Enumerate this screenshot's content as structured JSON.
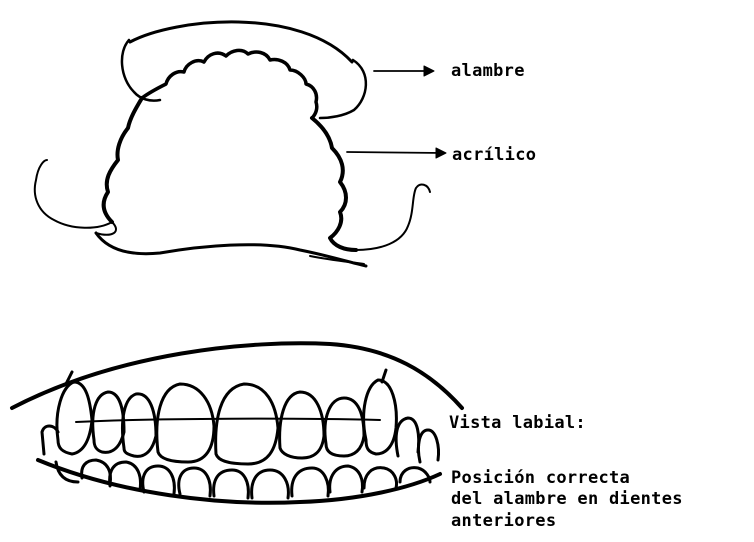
{
  "labels": {
    "alambre": "alambre",
    "acrilico": "acrílico",
    "vista_labial": "Vista labial:",
    "posicion_line1": "Posición correcta",
    "posicion_line2": "del alambre en dientes",
    "posicion_line3": "anteriores"
  },
  "colors": {
    "ink": "#000000",
    "paper": "#ffffff"
  }
}
